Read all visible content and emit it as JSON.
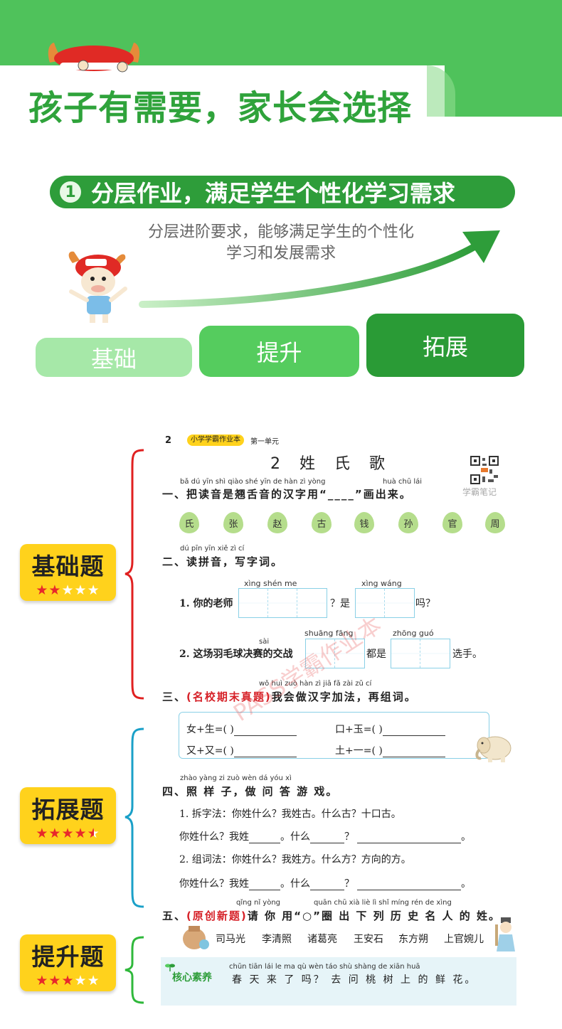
{
  "header": {
    "title": "孩子有需要，家长会选择"
  },
  "section": {
    "number": "1",
    "banner": "分层作业，满足学生个性化学习需求",
    "subtitle_line1": "分层进阶要求，能够满足学生的个性化",
    "subtitle_line2": "学习和发展需求",
    "levels": [
      "基础",
      "提升",
      "拓展"
    ]
  },
  "badges": [
    {
      "title": "基础题",
      "stars": "★★★★★",
      "rating": 2
    },
    {
      "title": "拓展题",
      "stars": "★★★★★",
      "rating": 4.5
    },
    {
      "title": "提升题",
      "stars": "★★★★★",
      "rating": 3
    }
  ],
  "worksheet": {
    "page_number": "2",
    "book_tag": "小学学霸作业本",
    "unit": "第一单元",
    "lesson_title": "2 姓 氏 歌",
    "qr_caption": "学霸笔记",
    "q1": {
      "pinyin": "bǎ dú yīn shì qiào shé yīn de hàn zì yòng",
      "pinyin2": "huà chū lái",
      "text": "一、把读音是翘舌音的汉字用“____”画出来。",
      "chars": [
        "氏",
        "张",
        "赵",
        "古",
        "钱",
        "孙",
        "官",
        "周"
      ]
    },
    "q2": {
      "pinyin": "dú pīn yīn   xiě  zì  cí",
      "text": "二、读拼音，写字词。",
      "item1_pinyin_a": "xìng   shén   me",
      "item1_pinyin_b": "xìng  wáng",
      "item1_a": "1. 你的老师",
      "item1_b": "？是",
      "item1_c": "吗？",
      "item2_pinyin_sai": "sài",
      "item2_pinyin_a": "shuāng fāng",
      "item2_pinyin_b": "zhōng  guó",
      "item2_a": "2. 这场羽毛球决赛的交战",
      "item2_b": "都是",
      "item2_c": "选手。"
    },
    "q3": {
      "pinyin": "wǒ huì zuò hàn  zì  jiā  fǎ   zài zǔ  cí",
      "label": "三、",
      "tag": "(名校期末真题)",
      "text": "我会做汉字加法，再组词。",
      "row1_a": "女+生=(        )",
      "row1_b": "口+玉=(        )",
      "row2_a": "又+又=(        )",
      "row2_b": "土+一=(        )"
    },
    "q4": {
      "pinyin": "zhào yàng  zi    zuò wèn  dá  yóu  xì",
      "text": "四、照 样 子，做 问 答 游 戏。",
      "line1": "1. 拆字法：你姓什么？我姓古。什么古？十口古。",
      "line2_a": "你姓什么？我姓",
      "line2_b": "。什么",
      "line2_c": "？",
      "line3": "2. 组词法：你姓什么？我姓方。什么方？方向的方。",
      "line4_a": "你姓什么？我姓",
      "line4_b": "。什么",
      "line4_c": "？"
    },
    "q5": {
      "pinyin_a": "qǐng nǐ  yòng",
      "pinyin_b": "quān chū xià  liè   lì   shǐ míng rén  de  xìng",
      "label": "五、",
      "tag": "(原创新题)",
      "text": "请 你 用“○”圈 出 下 列 历 史 名 人 的 姓。",
      "names": [
        "司马光",
        "李清照",
        "诸葛亮",
        "王安石",
        "东方朔",
        "上官婉儿"
      ]
    },
    "core": {
      "label": "核心素养",
      "pinyin": "chūn tiān lái  le  ma      qù wèn táo shù shàng  de  xiān huā",
      "text": "春 天 来 了 吗？ 去 问 桃 树 上 的 鲜 花。"
    },
    "watermark": "PASS学霸作业本"
  },
  "colors": {
    "green_dark": "#2e9d3a",
    "green_mid": "#55cc5e",
    "green_light": "#a6e8a8",
    "badge_yellow": "#ffd21c",
    "bracket_red": "#e02020",
    "bracket_blue": "#1aa0c8",
    "bracket_green": "#2fb83b"
  }
}
